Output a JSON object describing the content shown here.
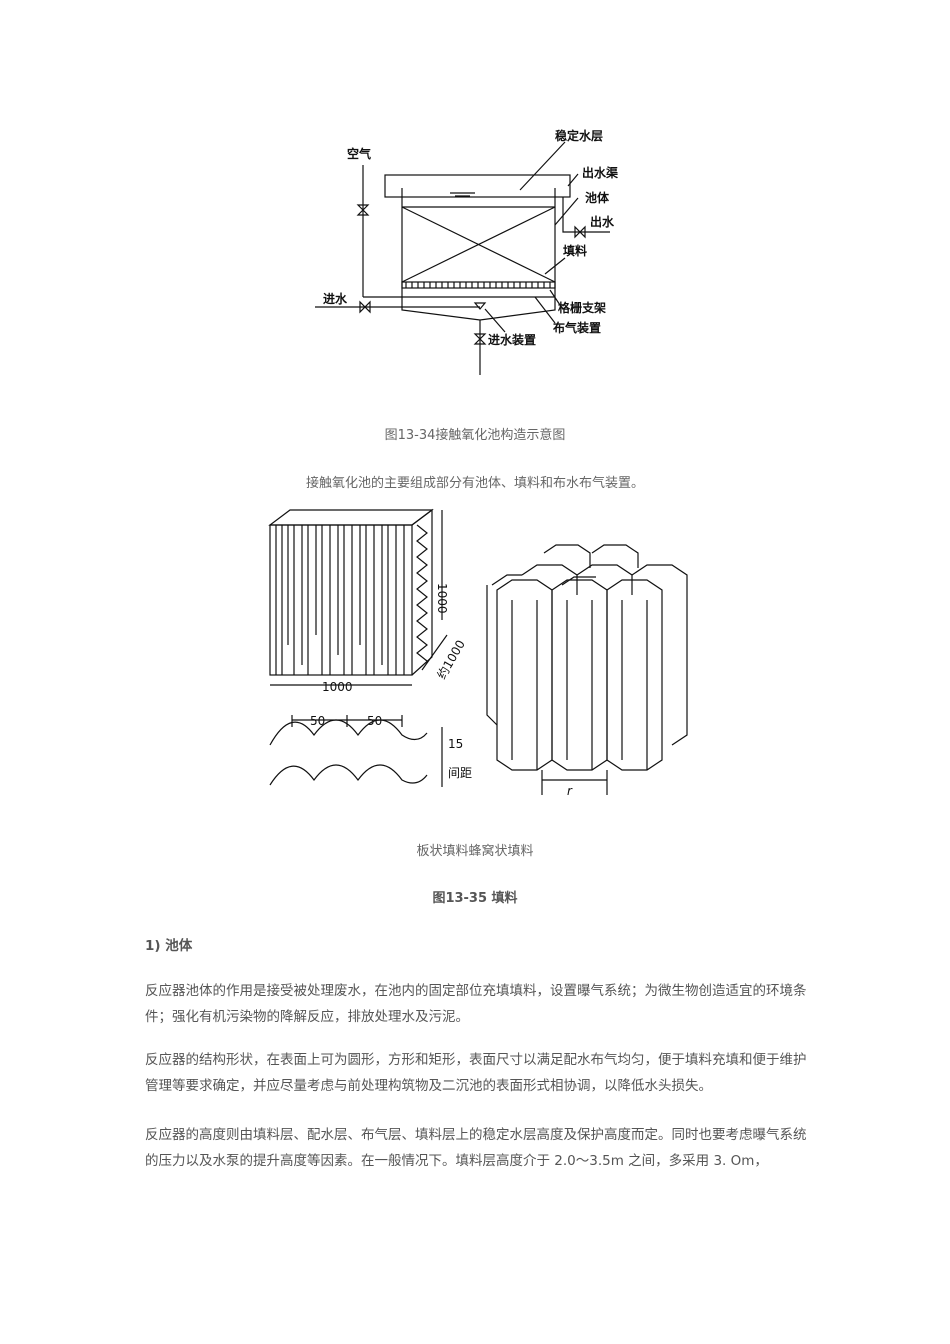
{
  "figure1": {
    "labels": {
      "stable_water": "稳定水层",
      "outlet_channel": "出水渠",
      "tank_body": "池体",
      "outlet": "出水",
      "filler": "填料",
      "grid_support": "格栅支架",
      "aeration_device": "布气装置",
      "inlet_device": "进水装置",
      "air": "空气",
      "inlet": "进水"
    },
    "caption": "图13-34接触氧化池构造示意图"
  },
  "intro_text": "接触氧化池的主要组成部分有池体、填料和布水布气装置。",
  "figure2": {
    "labels": {
      "width": "1000",
      "height": "1000",
      "depth": "约1000",
      "pitch_a": "50",
      "pitch_b": "50",
      "amplitude": "15",
      "spacing": "间距",
      "radius": "r"
    },
    "subcaption": "板状填料蜂窝状填料",
    "caption": "图13-35 填料"
  },
  "section": {
    "heading": "1) 池体",
    "paragraphs": [
      "反应器池体的作用是接受被处理废水，在池内的固定部位充填填料，设置曝气系统；为微生物创造适宜的环境条件；强化有机污染物的降解反应，排放处理水及污泥。",
      "反应器的结构形状，在表面上可为圆形，方形和矩形，表面尺寸以满足配水布气均匀，便于填料充填和便于维护管理等要求确定，并应尽量考虑与前处理构筑物及二沉池的表面形式相协调，以降低水头损失。",
      "反应器的高度则由填料层、配水层、布气层、填料层上的稳定水层高度及保护高度而定。同时也要考虑曝气系统的压力以及水泵的提升高度等因素。在一般情况下。填料层高度介于 2.0～3.5m 之间，多采用 3. Om，"
    ]
  }
}
